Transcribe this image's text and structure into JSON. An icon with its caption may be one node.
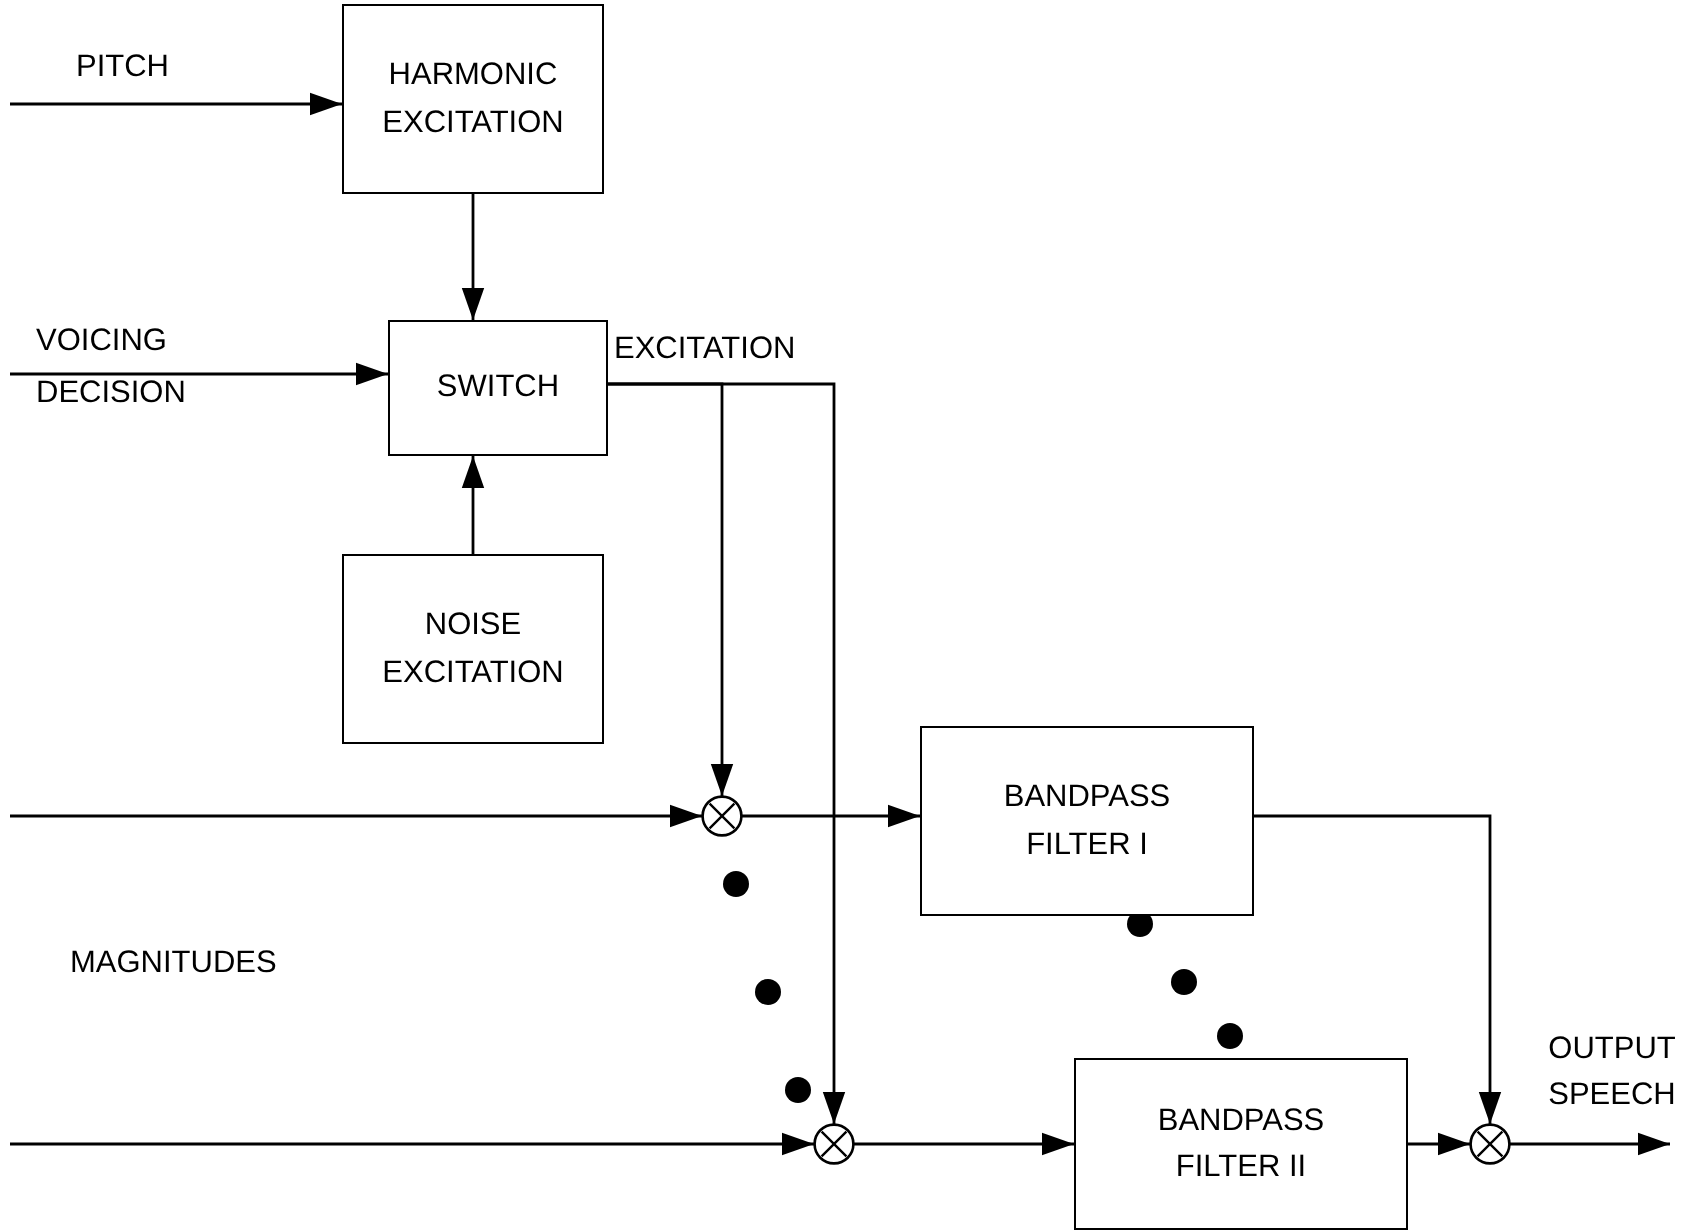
{
  "diagram": {
    "nodes": [
      {
        "text": [
          "HARMONIC EXCITATION"
        ]
      },
      {
        "text": [
          "SWITCH"
        ]
      },
      {
        "text": [
          "NOISE EXCITATION"
        ]
      },
      {
        "text": [],
        "shape": "circle"
      },
      {
        "text": [
          "BANDPASS FILTER I"
        ]
      },
      {
        "text": [],
        "shape": "circle"
      },
      {
        "text": [
          "BANDPASS FILTER II"
        ]
      },
      {
        "text": [],
        "shape": "circle"
      }
    ],
    "edges": [
      {
        "from": null,
        "to": 0,
        "arrow": "to",
        "label": "PITCH"
      },
      {
        "from": null,
        "to": 1,
        "arrow": "to",
        "label": "VOICING DECISION"
      },
      {
        "from": 0,
        "to": 1,
        "arrow": "to"
      },
      {
        "from": 2,
        "to": 1,
        "arrow": "to"
      },
      {
        "from": 1,
        "to": 3,
        "arrow": "to",
        "label": "EXCITATION"
      },
      {
        "from": 1,
        "to": 5,
        "arrow": "to"
      },
      {
        "from": null,
        "to": 3,
        "arrow": "to"
      },
      {
        "from": null,
        "to": 5,
        "arrow": "to"
      },
      {
        "from": 3,
        "to": 4,
        "arrow": "to"
      },
      {
        "from": 5,
        "to": 6,
        "arrow": "to"
      },
      {
        "from": 4,
        "to": 7,
        "arrow": "to"
      },
      {
        "from": 6,
        "to": 7,
        "arrow": "to"
      },
      {
        "from": 7,
        "to": null,
        "arrow": "to",
        "label": "OUTPUT SPEECH"
      }
    ],
    "labels": [
      "MAGNITUDES"
    ]
  }
}
